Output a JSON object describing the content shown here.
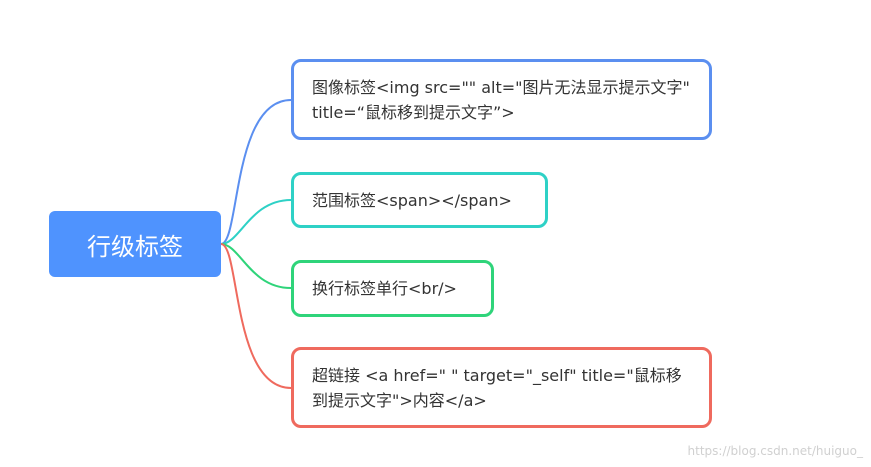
{
  "root": {
    "label": "行级标签",
    "color": "#4f93fe"
  },
  "branches": [
    {
      "text": "图像标签<img src=\"\" alt=\"图片无法显示提示文字\" title=“鼠标移到提示文字”>",
      "color": "#5b8ff0"
    },
    {
      "text": "范围标签<span></span>",
      "color": "#2ed1c6"
    },
    {
      "text": "换行标签单行<br/>",
      "color": "#2fd47a"
    },
    {
      "text": "超链接 <a href=\" \" target=\"_self\" title=\"鼠标移到提示文字\">内容</a>",
      "color": "#ef6a5e"
    }
  ],
  "watermark": "https://blog.csdn.net/huiguo_"
}
